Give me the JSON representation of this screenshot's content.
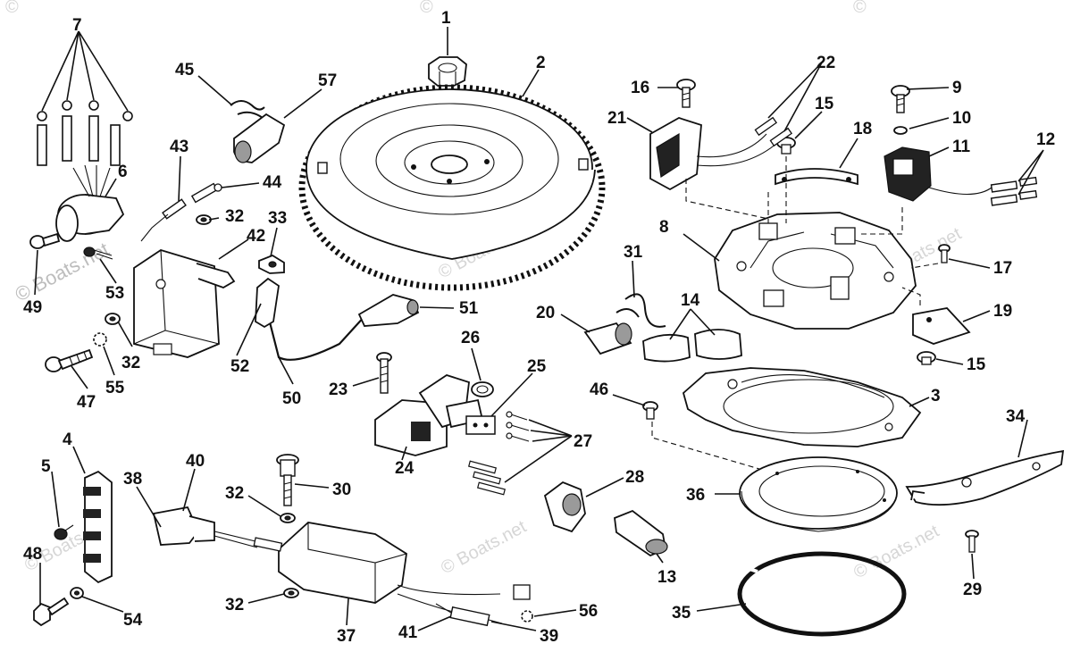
{
  "watermark": {
    "text": "© Boats.net",
    "short": "©"
  },
  "labels": {
    "n1": "1",
    "n2": "2",
    "n3": "3",
    "n4": "4",
    "n5": "5",
    "n6": "6",
    "n7": "7",
    "n8": "8",
    "n9": "9",
    "n10": "10",
    "n11": "11",
    "n12": "12",
    "n13": "13",
    "n14": "14",
    "n15a": "15",
    "n15b": "15",
    "n16": "16",
    "n17": "17",
    "n18": "18",
    "n19": "19",
    "n20": "20",
    "n21": "21",
    "n22": "22",
    "n23": "23",
    "n24": "24",
    "n25": "25",
    "n26": "26",
    "n27": "27",
    "n28": "28",
    "n29": "29",
    "n30": "30",
    "n31": "31",
    "n32a": "32",
    "n32b": "32",
    "n32c": "32",
    "n32d": "32",
    "n33": "33",
    "n34": "34",
    "n35": "35",
    "n36": "36",
    "n37": "37",
    "n38": "38",
    "n39": "39",
    "n40": "40",
    "n41": "41",
    "n42": "42",
    "n43": "43",
    "n44": "44",
    "n45": "45",
    "n46": "46",
    "n47": "47",
    "n48": "48",
    "n49": "49",
    "n50": "50",
    "n51": "51",
    "n52": "52",
    "n53": "53",
    "n54": "54",
    "n55": "55",
    "n56": "56",
    "n57": "57"
  }
}
